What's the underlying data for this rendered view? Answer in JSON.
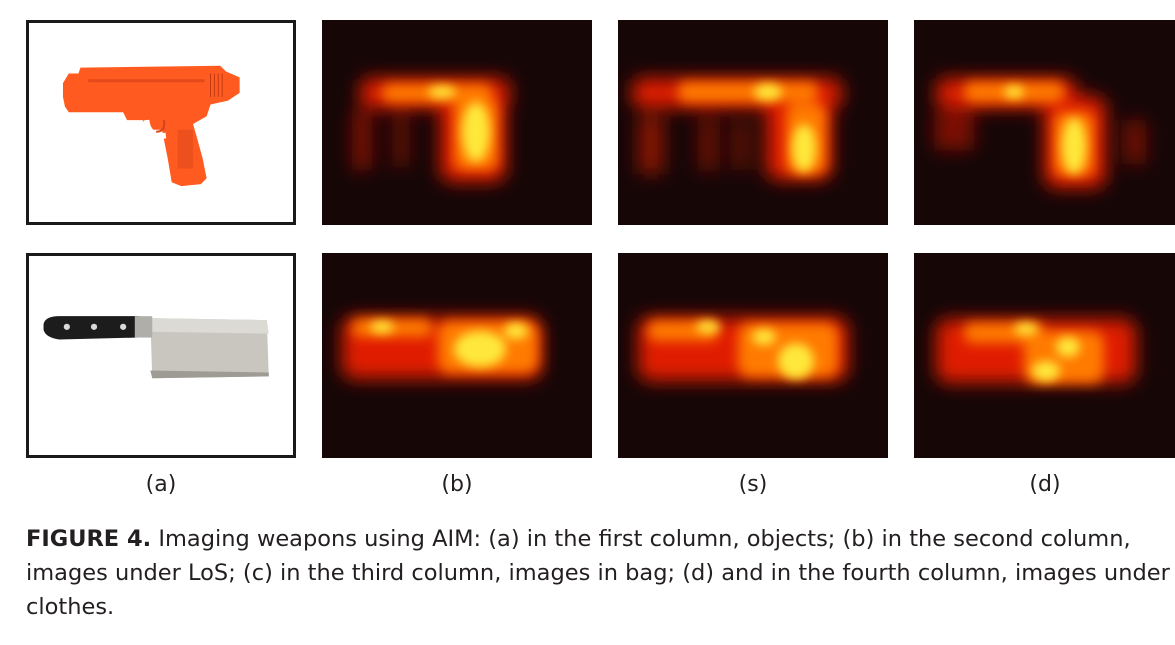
{
  "figure": {
    "columns": [
      {
        "label": "(a)"
      },
      {
        "label": "(b)"
      },
      {
        "label": "(s)"
      },
      {
        "label": "(d)"
      }
    ],
    "rows": [
      {
        "object": "pistol"
      },
      {
        "object": "cleaver-knife"
      }
    ],
    "caption": {
      "label": "FIGURE 4.",
      "text": " Imaging weapons using AIM: (a) in the first column, objects; (b) in the second column, images under LoS; (c) in the third column, images in bag; (d) and in the fourth column, images under clothes."
    },
    "colors": {
      "heat_background": "#160606",
      "heat_mid": "#e01b00",
      "heat_high": "#ff7a00",
      "heat_peak": "#ffe83a",
      "pistol": "#ff5a1f",
      "blade": "#c9c6c0",
      "handle": "#1c1c1c"
    }
  }
}
